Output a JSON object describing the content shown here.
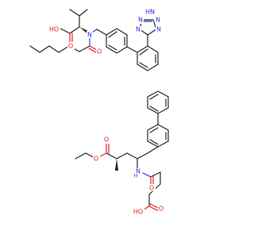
{
  "labels": {
    "hn": "HN",
    "n": "N",
    "nh": "N",
    "o": "O",
    "oh": "OH",
    "ho": "HO",
    "h_small": "H"
  },
  "colors": {
    "bond": "#1a1a1a",
    "oxygen": "#e0141c",
    "nitrogen": "#2a2ad8",
    "background": "#ffffff"
  }
}
